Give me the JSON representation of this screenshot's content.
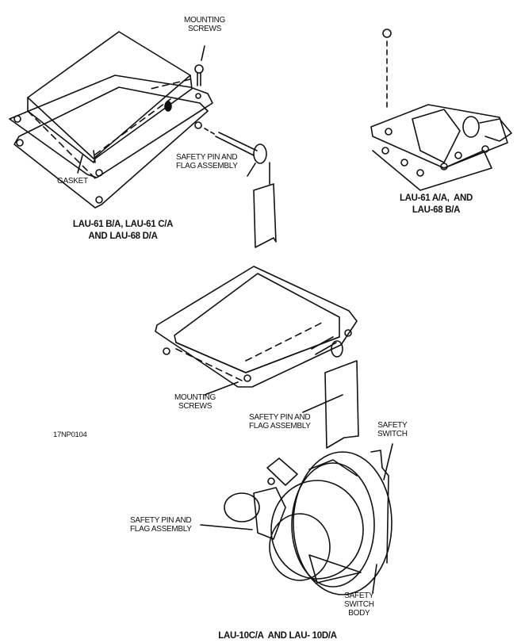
{
  "figure_id": "17NP0104",
  "panels": [
    {
      "caption": "LAU-61 B/A, LAU-61 C/A\nAND LAU-68 D/A",
      "labels": {
        "mounting_screws": "MOUNTING\nSCREWS",
        "safety_pin": "SAFETY PIN AND\nFLAG ASSEMBLY",
        "gasket": "GASKET"
      }
    },
    {
      "caption": "LAU-61 A/A,  AND\nLAU-68 B/A"
    },
    {
      "labels": {
        "mounting_screws": "MOUNTING\nSCREWS",
        "safety_pin": "SAFETY PIN AND\nFLAG ASSEMBLY"
      }
    },
    {
      "caption": "LAU-10C/A  AND LAU- 10D/A",
      "labels": {
        "safety_switch": "SAFETY\nSWITCH",
        "safety_pin": "SAFETY PIN AND\nFLAG ASSEMBLY",
        "safety_switch_body": "SAFETY\nSWITCH\nBODY"
      }
    }
  ]
}
